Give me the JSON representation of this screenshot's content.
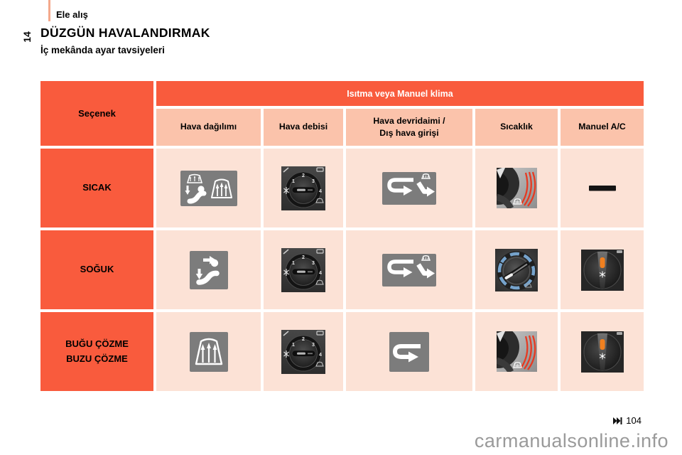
{
  "page": {
    "section_label": "Ele alış",
    "page_number": "14",
    "title": "DÜZGÜN HAVALANDIRMAK",
    "subtitle": "İç mekânda ayar tavsiyeleri",
    "watermark": "carmanualsonline.info"
  },
  "colors": {
    "accent": "#F95B3D",
    "subheader": "#FBC3AB",
    "cell_background": "#FCE2D6",
    "icon_gray": "#7C7C7C",
    "hot_red": "#E63A22",
    "cold_blue": "#76A3CC",
    "ac_indicator_orange": "#F08020"
  },
  "table": {
    "option_header": "Seçenek",
    "group_header": "Isıtma veya Manuel klima",
    "columns": [
      {
        "line1": "Hava dağılımı",
        "line2": ""
      },
      {
        "line1": "Hava debisi",
        "line2": ""
      },
      {
        "line1": "Hava devridaimi /",
        "line2": "Dış hava girişi"
      },
      {
        "line1": "Sıcaklık",
        "line2": ""
      },
      {
        "line1": "Manuel A/C",
        "line2": ""
      }
    ],
    "rows": [
      {
        "label1": "SICAK",
        "label2": "",
        "cells": [
          "dist-windshield-feet",
          "fan-knob",
          "recirc-vent",
          "temp-hot",
          "ac-off-dash"
        ]
      },
      {
        "label1": "SOĞUK",
        "label2": "",
        "cells": [
          "dist-face-feet",
          "fan-knob",
          "recirc-vent",
          "temp-cold",
          "ac-knob"
        ]
      },
      {
        "label1": "BUĞU ÇÖZME",
        "label2": "BUZU ÇÖZME",
        "cells": [
          "dist-defrost",
          "fan-knob",
          "recirc-outside",
          "temp-hot",
          "ac-knob"
        ]
      }
    ]
  },
  "icons": {
    "fan_levels": [
      "1",
      "2",
      "3",
      "4"
    ]
  },
  "footer": {
    "ref_number": "104"
  }
}
